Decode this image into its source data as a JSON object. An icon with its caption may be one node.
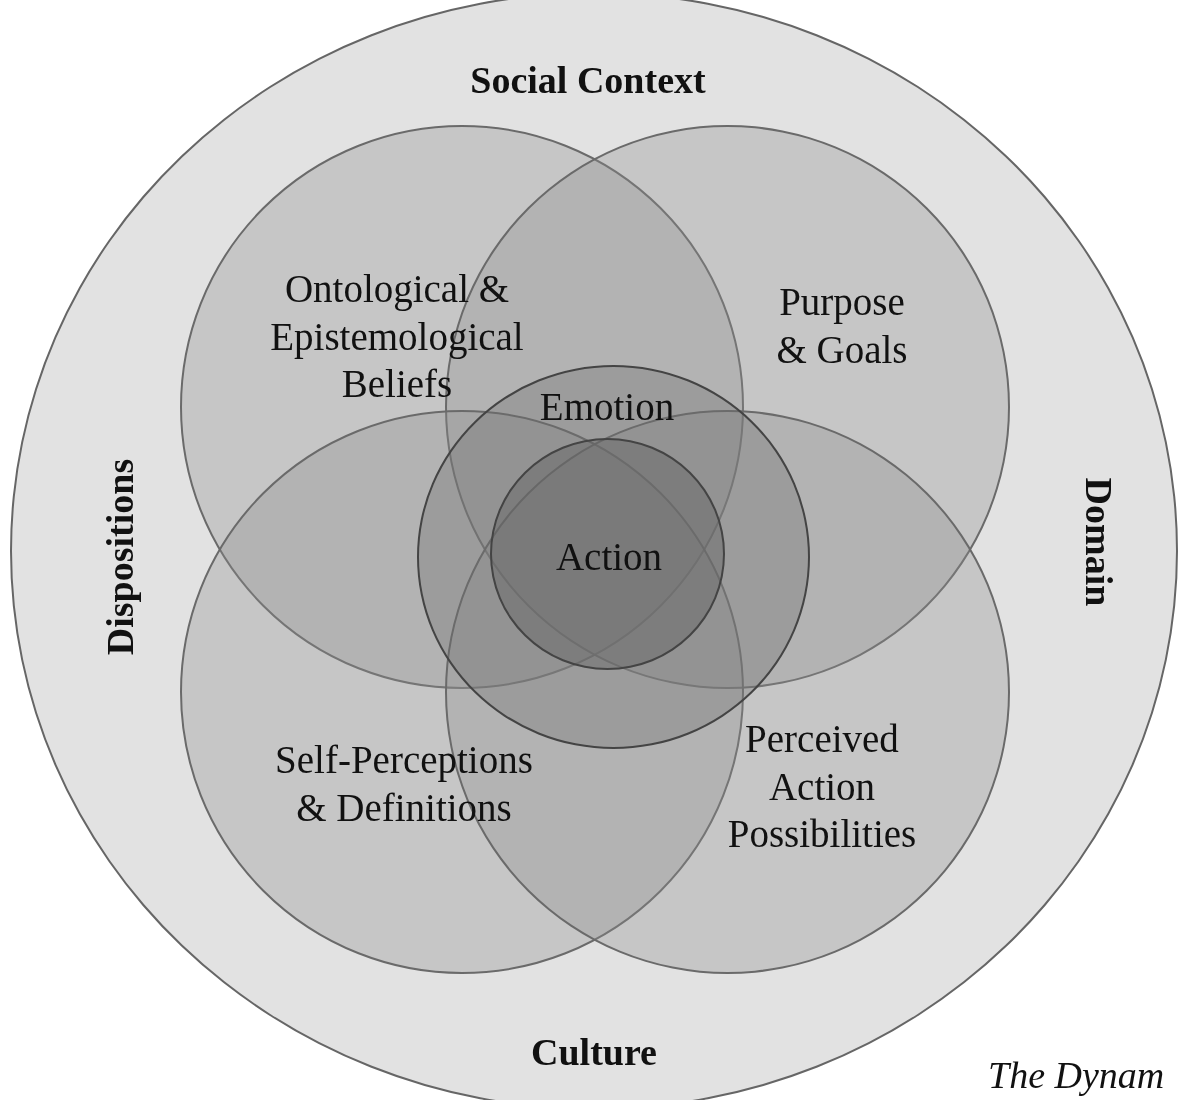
{
  "diagram": {
    "caption": "The Dynam",
    "nodes": [
      {
        "text": [
          "Social Context",
          "Dispositions",
          "Domain",
          "Culture"
        ]
      },
      {
        "text": [
          "Ontological & Epistemological Beliefs"
        ],
        "in": 0
      },
      {
        "text": [
          "Purpose & Goals"
        ],
        "in": 0
      },
      {
        "text": [
          "Self-Perceptions & Definitions"
        ],
        "in": 0
      },
      {
        "text": [
          "Perceived Action Possibilities"
        ],
        "in": 0
      },
      {
        "text": [
          "Emotion"
        ],
        "in": 0
      },
      {
        "text": [
          "Action"
        ]
      }
    ],
    "edges": []
  }
}
